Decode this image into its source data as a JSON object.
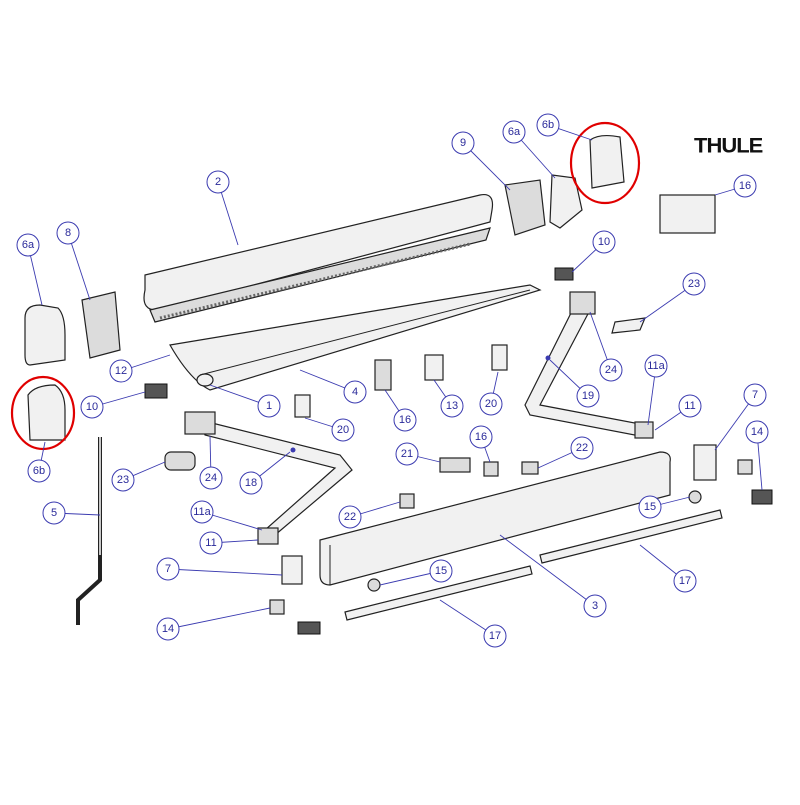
{
  "brand": {
    "logo_text": "THULE"
  },
  "highlight_color": "#e00000",
  "callout_color": "#3b3bb0",
  "callouts": [
    {
      "label": "2"
    },
    {
      "label": "8"
    },
    {
      "label": "6a"
    },
    {
      "label": "9"
    },
    {
      "label": "6a"
    },
    {
      "label": "6b"
    },
    {
      "label": "16"
    },
    {
      "label": "10"
    },
    {
      "label": "23"
    },
    {
      "label": "12"
    },
    {
      "label": "4"
    },
    {
      "label": "1"
    },
    {
      "label": "10"
    },
    {
      "label": "20"
    },
    {
      "label": "16"
    },
    {
      "label": "13"
    },
    {
      "label": "20"
    },
    {
      "label": "19"
    },
    {
      "label": "24"
    },
    {
      "label": "11a"
    },
    {
      "label": "11"
    },
    {
      "label": "7"
    },
    {
      "label": "6b"
    },
    {
      "label": "21"
    },
    {
      "label": "16"
    },
    {
      "label": "22"
    },
    {
      "label": "14"
    },
    {
      "label": "23"
    },
    {
      "label": "24"
    },
    {
      "label": "18"
    },
    {
      "label": "5"
    },
    {
      "label": "11a"
    },
    {
      "label": "22"
    },
    {
      "label": "15"
    },
    {
      "label": "11"
    },
    {
      "label": "7"
    },
    {
      "label": "15"
    },
    {
      "label": "3"
    },
    {
      "label": "17"
    },
    {
      "label": "14"
    },
    {
      "label": "17"
    }
  ]
}
